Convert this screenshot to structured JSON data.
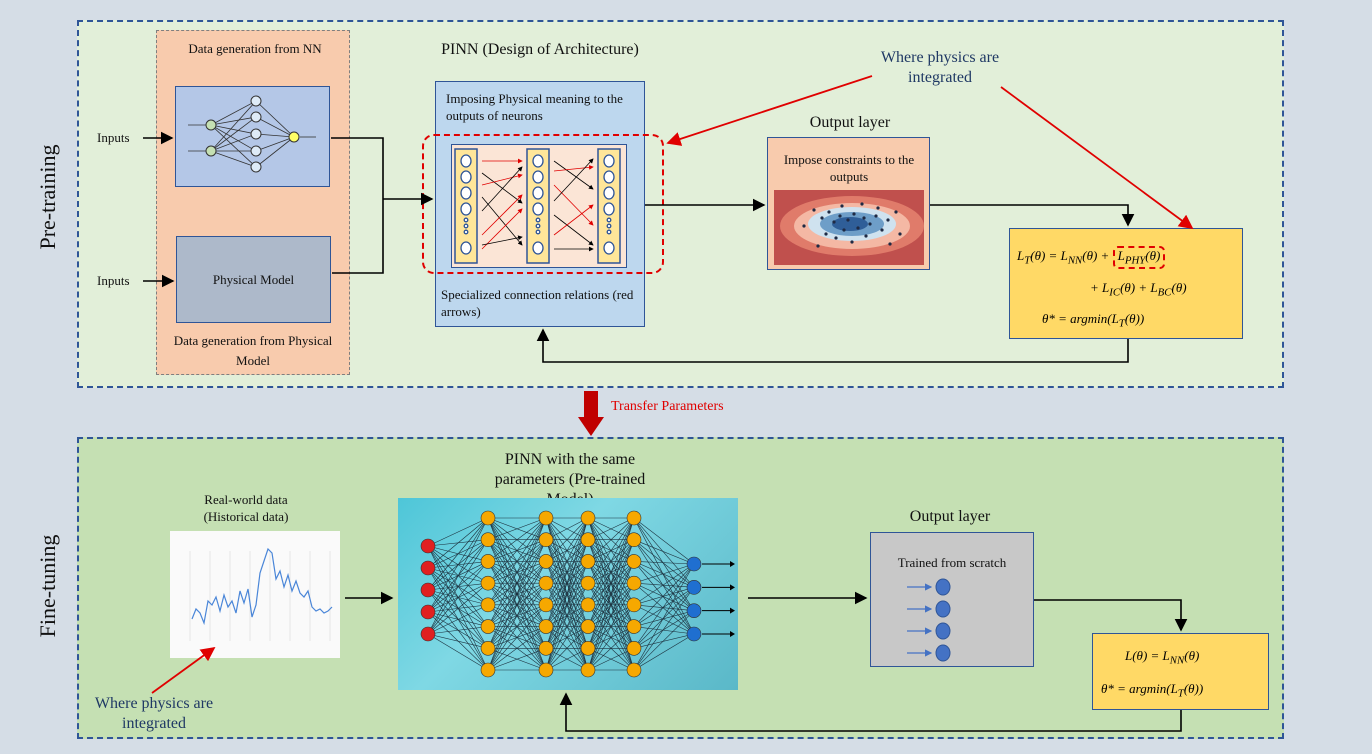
{
  "pretraining": {
    "label": "Pre-training",
    "inputs_top": "Inputs",
    "inputs_bottom": "Inputs",
    "data_gen_nn": "Data generation from NN",
    "physical_model": "Physical Model",
    "data_gen_phys": "Data generation from Physical Model",
    "pinn_title": "PINN (Design of Architecture)",
    "imposing": "Imposing Physical meaning to the outputs of neurons",
    "specialized": "Specialized connection relations (red arrows)",
    "output_layer": "Output layer",
    "impose_constraints": "Impose constraints to the outputs",
    "where_physics": "Where physics are integrated"
  },
  "transfer": {
    "label": "Transfer Parameters"
  },
  "finetuning": {
    "label": "Fine-tuning",
    "realworld": "Real-world data (Historical data)",
    "pinn_same": "PINN with the same parameters (Pre-trained Model)",
    "output_layer": "Output layer",
    "trained_scratch": "Trained from scratch",
    "where_physics": "Where physics are integrated"
  },
  "colors": {
    "panel_top": "#e2efd9",
    "panel_bottom": "#c5e0b3",
    "peach": "#f8cbad",
    "nn_blue": "#b4c7e7",
    "gray_box": "#adb9ca",
    "light_blue": "#bdd7ee",
    "formula_yellow": "#ffd966",
    "red": "#e00000",
    "navy": "#1f3864"
  }
}
